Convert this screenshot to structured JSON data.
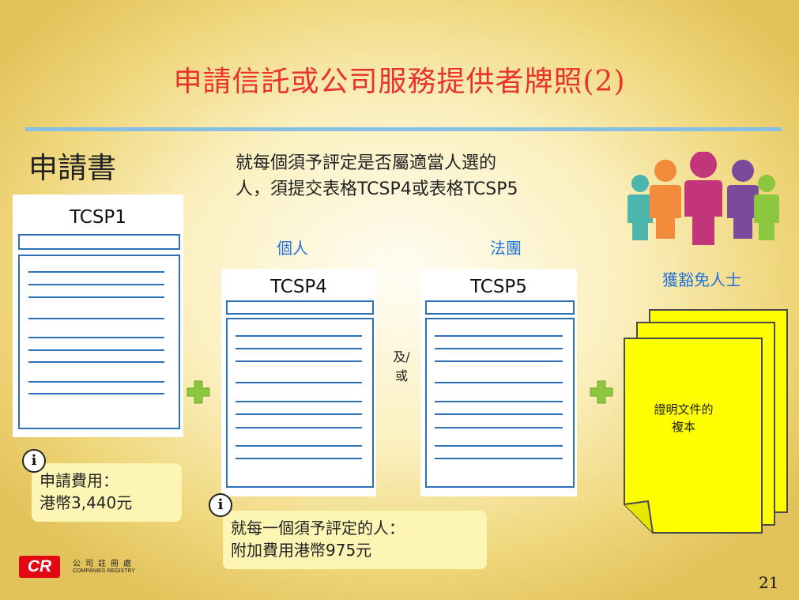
{
  "slide": {
    "title": "申請信託或公司服務提供者牌照(2)",
    "section_heading": "申請書",
    "instruction_line1": "就每個須予評定是否屬適當人選的",
    "instruction_line2": "人，須提交表格TCSP4或表格TCSP5",
    "page_number": "21"
  },
  "forms": {
    "tcsp1": {
      "label": "TCSP1"
    },
    "tcsp4": {
      "label": "TCSP4",
      "category": "個人"
    },
    "tcsp5": {
      "label": "TCSP5",
      "category": "法團"
    },
    "and_or_line1": "及/",
    "and_or_line2": "或"
  },
  "fees": {
    "application_line1": "申請費用：",
    "application_line2": "港幣3,440元",
    "per_person_line1": "就每一個須予評定的人：",
    "per_person_line2": "附加費用港幣975元"
  },
  "exempt": {
    "label": "獲豁免人士",
    "doc_caption_line1": "證明文件的",
    "doc_caption_line2": "複本"
  },
  "logo": {
    "badge": "CR",
    "zh": "公司註冊處",
    "en": "COMPANIES REGISTRY"
  },
  "icons": {
    "plus": "plus-icon",
    "info": "info-icon",
    "people": "people-group-icon"
  },
  "colors": {
    "title": "#e8322b",
    "accent_blue": "#2372d8",
    "form_line": "#2e6fb7",
    "plus_green": "#8dc63f",
    "doc_yellow": "#ffff00",
    "logo_red": "#e30613"
  }
}
